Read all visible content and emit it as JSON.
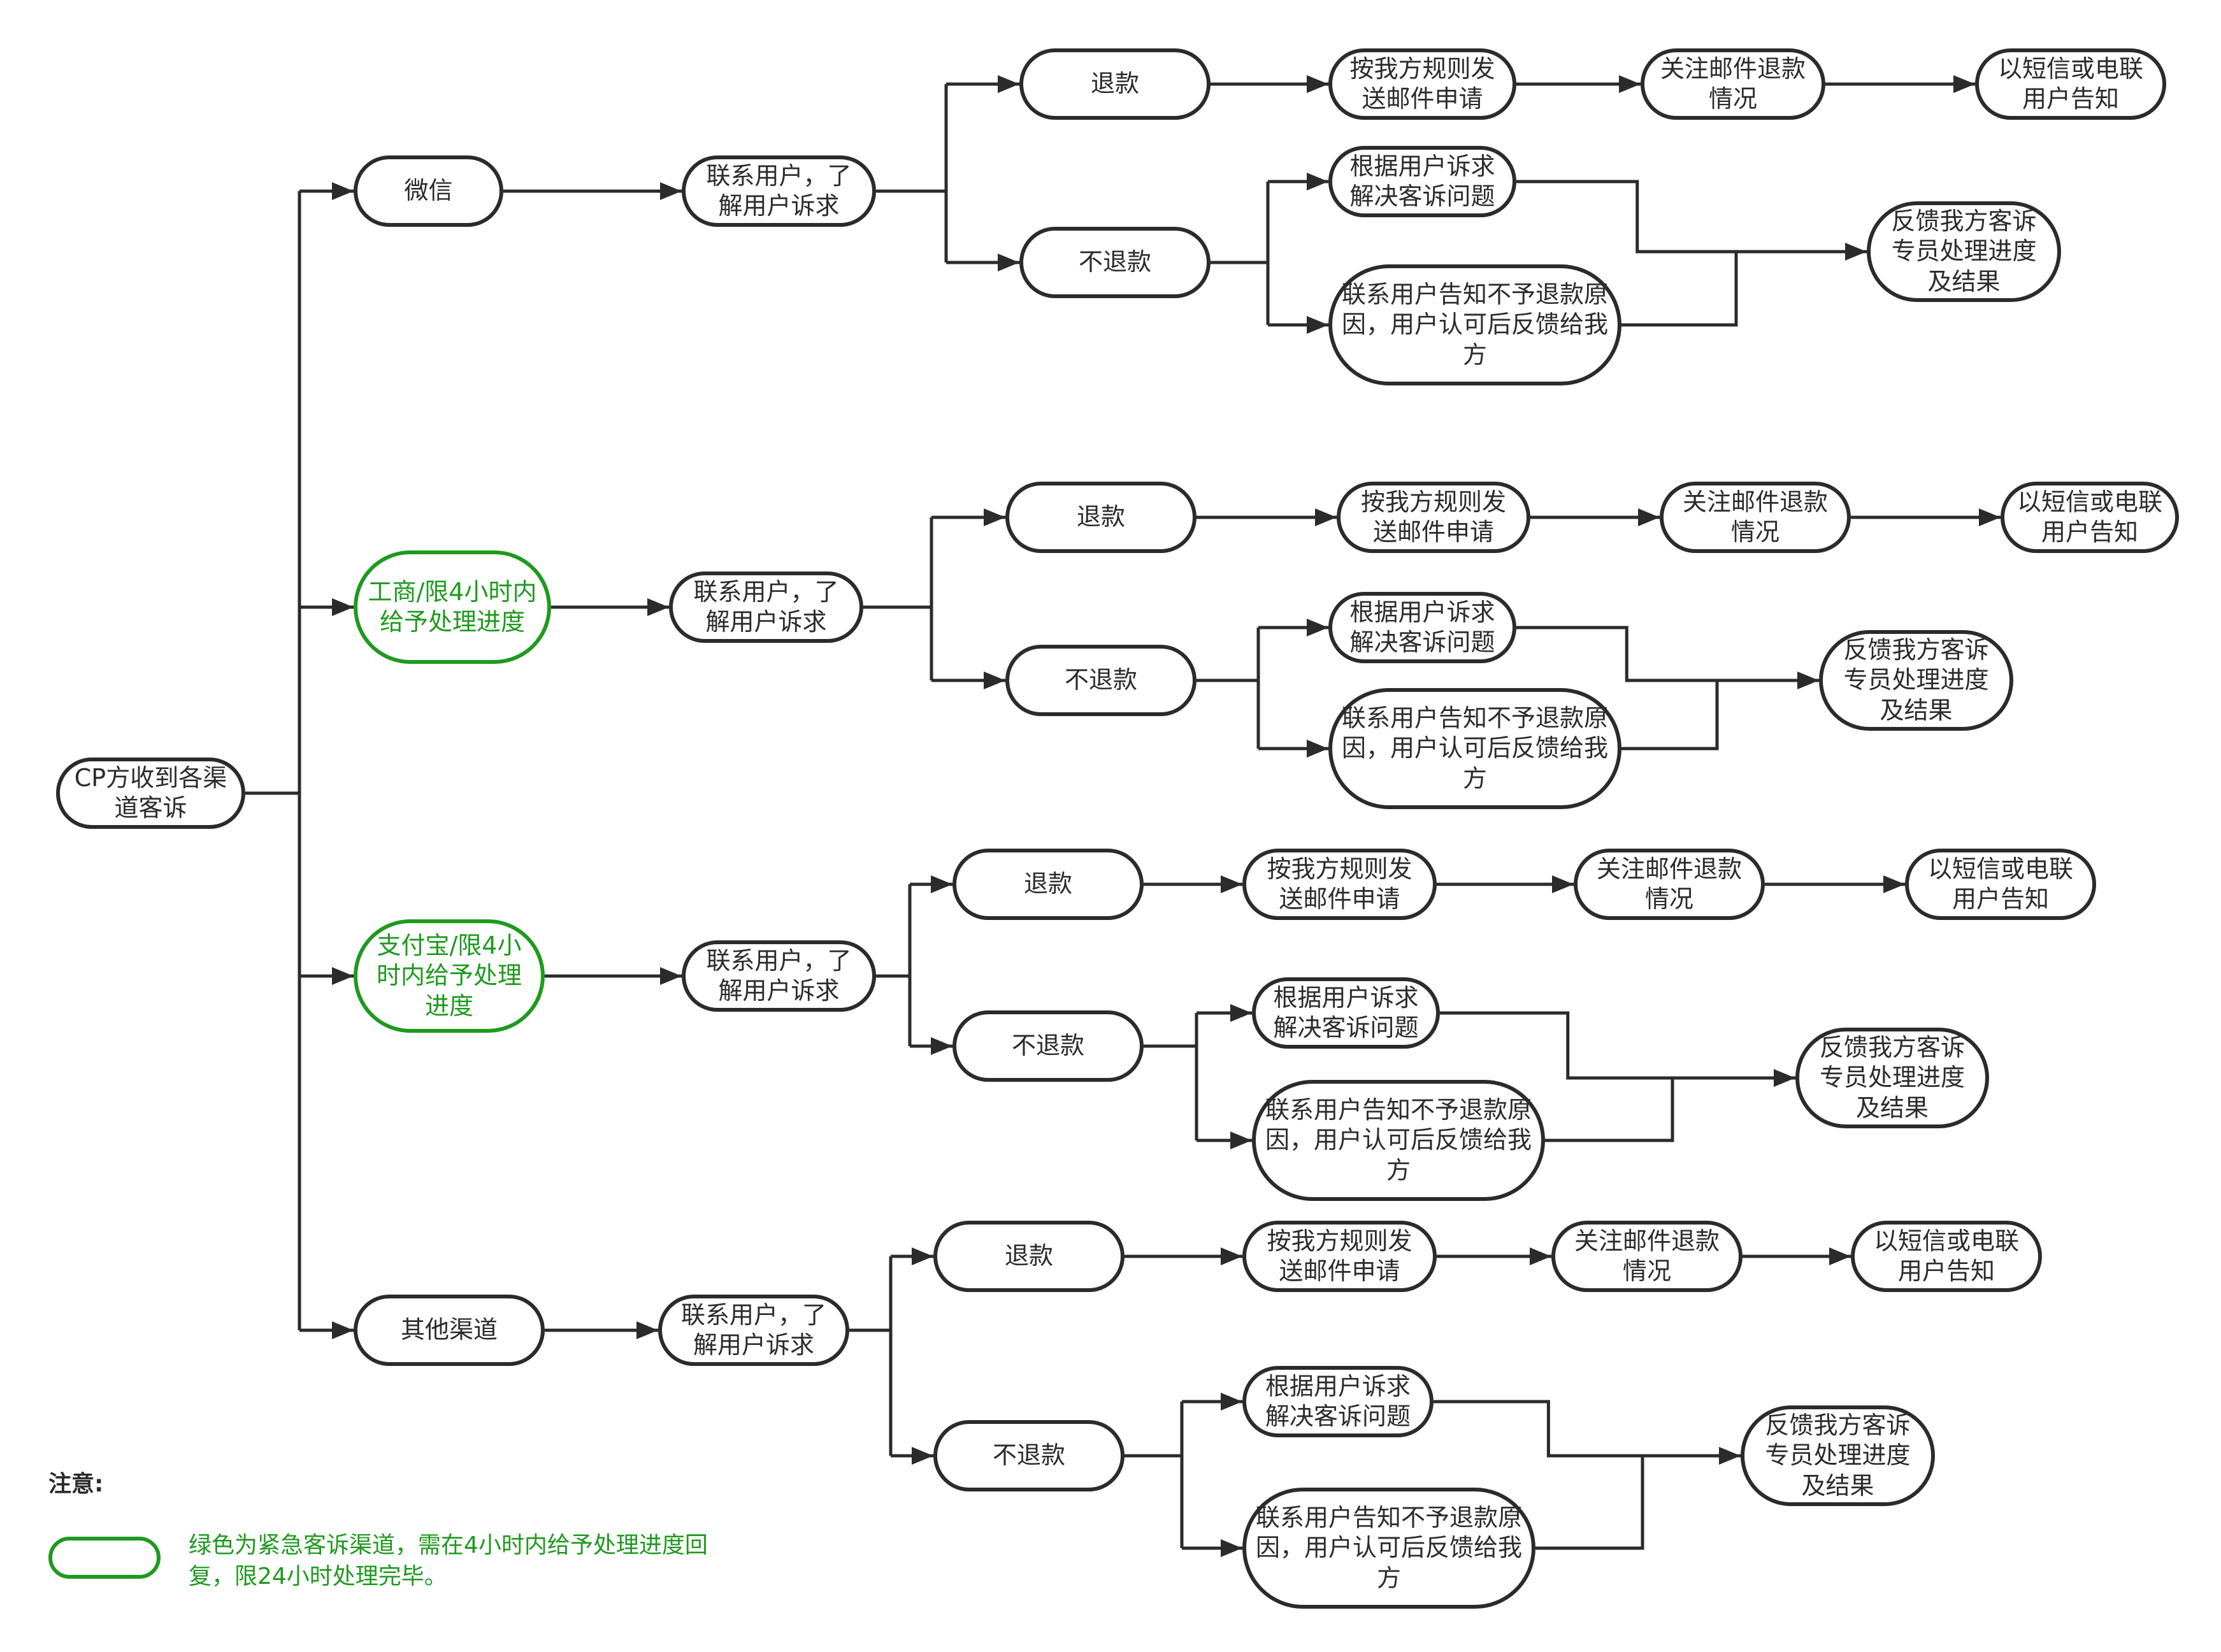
{
  "colors": {
    "line": "#2b2b2b",
    "urgent": "#1e9a1e",
    "background": "#ffffff"
  },
  "root": "CP方收到各渠道客诉",
  "channels": [
    {
      "label": "微信",
      "urgent": false,
      "contact": "联系用户，了解用户诉求",
      "refund": "退款",
      "no_refund": "不退款",
      "send_email": "按我方规则发送邮件申请",
      "watch_email": "关注邮件退款情况",
      "notify": "以短信或电联用户告知",
      "resolve": "根据用户诉求解决客诉问题",
      "explain": "联系用户告知不予退款原因，用户认可后反馈给我方",
      "feedback": "反馈我方客诉专员处理进度及结果"
    },
    {
      "label": "工商/限4小时内给予处理进度",
      "urgent": true,
      "contact": "联系用户，了解用户诉求",
      "refund": "退款",
      "no_refund": "不退款",
      "send_email": "按我方规则发送邮件申请",
      "watch_email": "关注邮件退款情况",
      "notify": "以短信或电联用户告知",
      "resolve": "根据用户诉求解决客诉问题",
      "explain": "联系用户告知不予退款原因，用户认可后反馈给我方",
      "feedback": "反馈我方客诉专员处理进度及结果"
    },
    {
      "label": "支付宝/限4小时内给予处理进度",
      "urgent": true,
      "contact": "联系用户，了解用户诉求",
      "refund": "退款",
      "no_refund": "不退款",
      "send_email": "按我方规则发送邮件申请",
      "watch_email": "关注邮件退款情况",
      "notify": "以短信或电联用户告知",
      "resolve": "根据用户诉求解决客诉问题",
      "explain": "联系用户告知不予退款原因，用户认可后反馈给我方",
      "feedback": "反馈我方客诉专员处理进度及结果"
    },
    {
      "label": "其他渠道",
      "urgent": false,
      "contact": "联系用户，了解用户诉求",
      "refund": "退款",
      "no_refund": "不退款",
      "send_email": "按我方规则发送邮件申请",
      "watch_email": "关注邮件退款情况",
      "notify": "以短信或电联用户告知",
      "resolve": "根据用户诉求解决客诉问题",
      "explain": "联系用户告知不予退款原因，用户认可后反馈给我方",
      "feedback": "反馈我方客诉专员处理进度及结果"
    }
  ],
  "note": {
    "title": "注意:",
    "legend": "绿色为紧急客诉渠道，需在4小时内给予处理进度回复，限24小时处理完毕。"
  }
}
